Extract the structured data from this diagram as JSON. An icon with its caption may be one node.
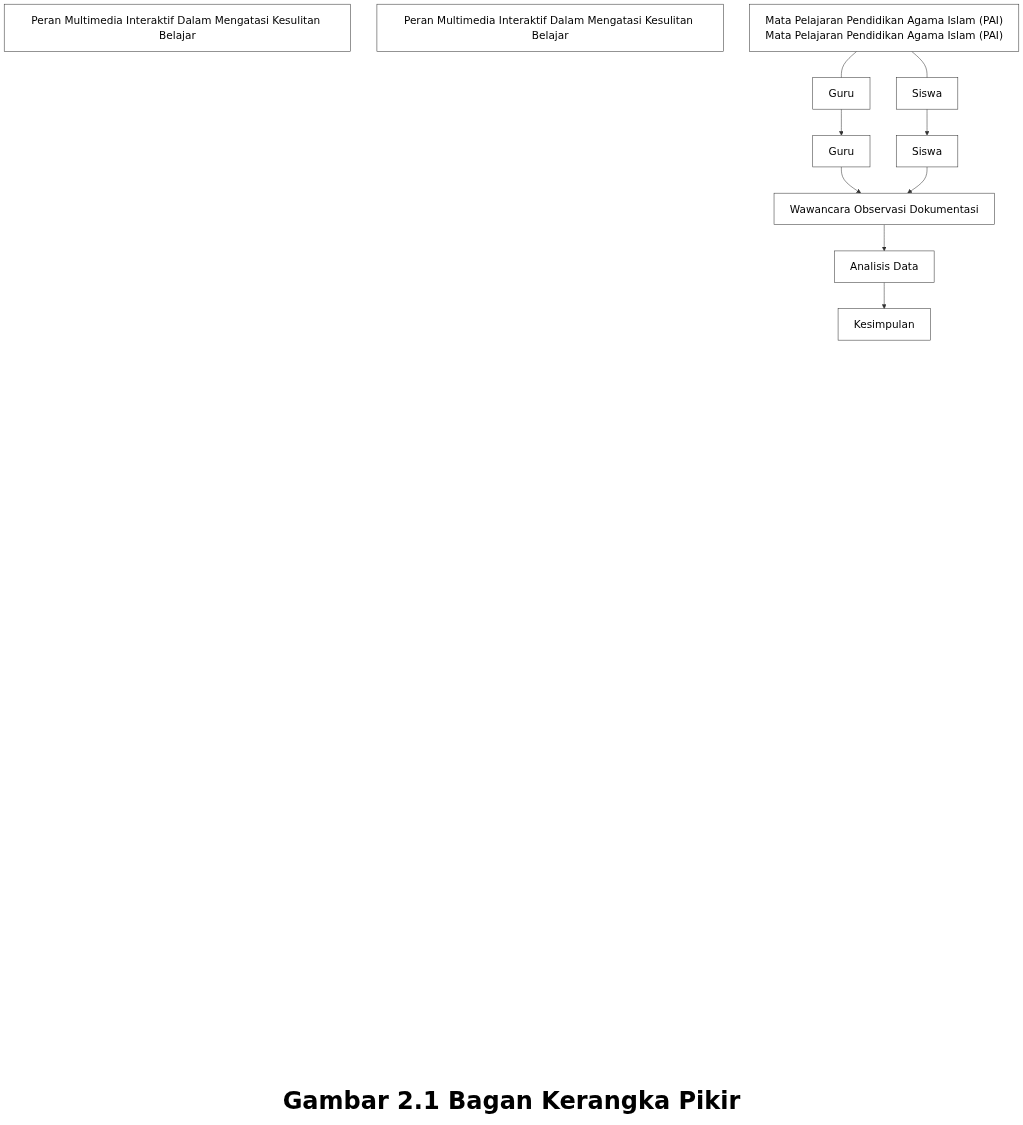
{
  "diagram": {
    "caption": "Gambar 2.1 Bagan Kerangka Pikir",
    "nodes": [
      {
        "text": [
          "Peran Multimedia Interaktif Dalam Mengatasi Kesulitan Belajar"
        ]
      },
      {
        "text": [
          "Peran Multimedia Interaktif Dalam Mengatasi Kesulitan Belajar"
        ]
      },
      {
        "text": [
          "Mata Pelajaran Pendidikan Agama Islam (PAI)",
          "Mata Pelajaran Pendidikan Agama Islam (PAI)"
        ]
      },
      {
        "text": [
          "Guru"
        ]
      },
      {
        "text": [
          "Siswa"
        ]
      },
      {
        "text": [
          "Guru"
        ]
      },
      {
        "text": [
          "Siswa"
        ]
      },
      {
        "text": [
          "Wawancara Observasi Dokumentasi"
        ]
      },
      {
        "text": [
          "Analisis Data"
        ]
      },
      {
        "text": [
          "Kesimpulan"
        ]
      }
    ],
    "edges": [
      {
        "from": 2,
        "to": 3,
        "arrow": "none"
      },
      {
        "from": 2,
        "to": 4,
        "arrow": "none"
      },
      {
        "from": 3,
        "to": 5,
        "arrow": "to"
      },
      {
        "from": 4,
        "to": 6,
        "arrow": "to"
      },
      {
        "from": 5,
        "to": 7,
        "arrow": "to"
      },
      {
        "from": 6,
        "to": 7,
        "arrow": "to"
      },
      {
        "from": 7,
        "to": 8,
        "arrow": "to"
      },
      {
        "from": 8,
        "to": 9,
        "arrow": "to"
      }
    ]
  }
}
